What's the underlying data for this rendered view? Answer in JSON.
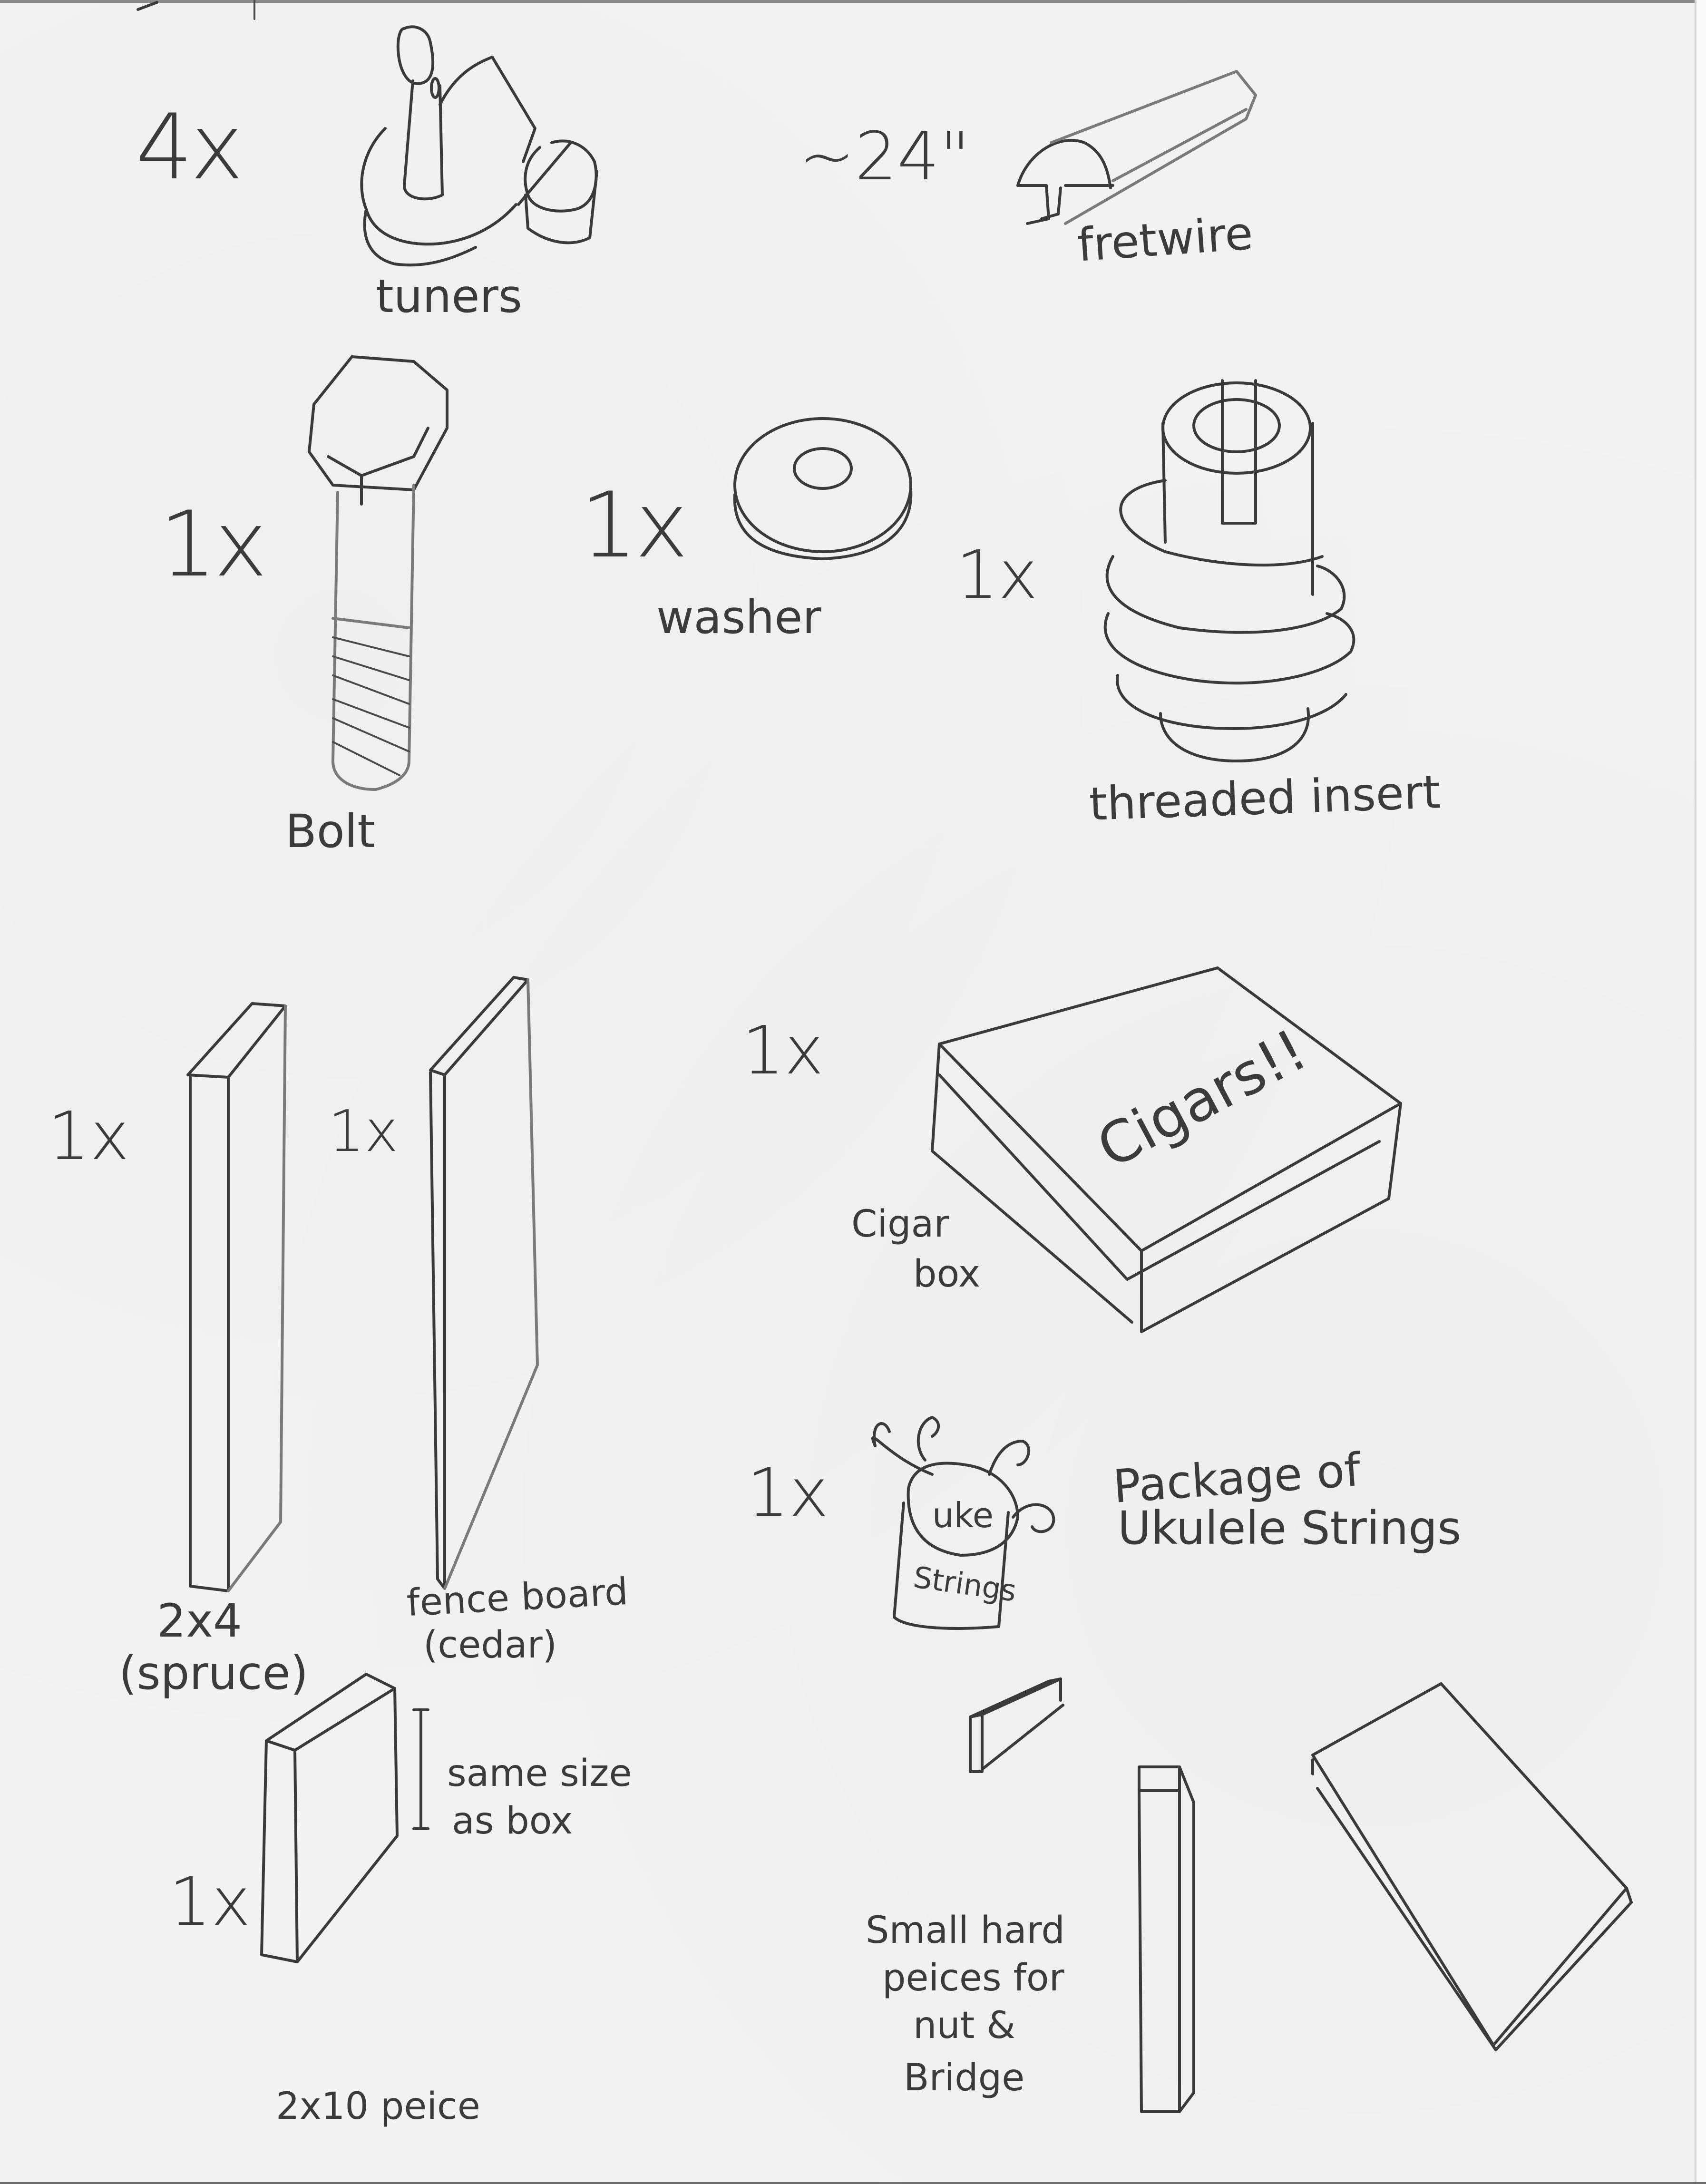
{
  "page": {
    "type": "hand-drawn parts list sketch",
    "paper_color": "#f3f3f3",
    "ink_color": "#3a3a3a"
  },
  "items": [
    {
      "id": "tuners",
      "quantity": "4x",
      "label": "tuners"
    },
    {
      "id": "fretwire",
      "quantity": "~24\"",
      "label": "fretwire"
    },
    {
      "id": "bolt",
      "quantity": "1x",
      "label": "Bolt"
    },
    {
      "id": "washer",
      "quantity": "1x",
      "label": "washer"
    },
    {
      "id": "threaded-insert",
      "quantity": "1x",
      "label": "threaded insert"
    },
    {
      "id": "spruce-2x4",
      "quantity": "1x",
      "label_line1": "2x4",
      "label_line2": "(spruce)"
    },
    {
      "id": "cedar-fence-board",
      "quantity": "1x",
      "label_line1": "fence board",
      "label_line2": "(cedar)"
    },
    {
      "id": "cigar-box",
      "quantity": "1x",
      "label_line1": "Cigar",
      "label_line2": "box",
      "lid_text": "Cigars!!"
    },
    {
      "id": "ukulele-strings",
      "quantity": "1x",
      "label_line1": "Package of",
      "label_line2": "Ukulele Strings",
      "package_text_top": "uke",
      "package_text_bottom": "Strings"
    },
    {
      "id": "2x10-piece",
      "quantity": "1x",
      "label": "2x10 peice",
      "note_line1": "same size",
      "note_line2": "as box"
    },
    {
      "id": "hardwood-pieces",
      "label_line1": "Small hard",
      "label_line2": "peices for",
      "label_line3": "nut &",
      "label_line4": "Bridge"
    }
  ]
}
